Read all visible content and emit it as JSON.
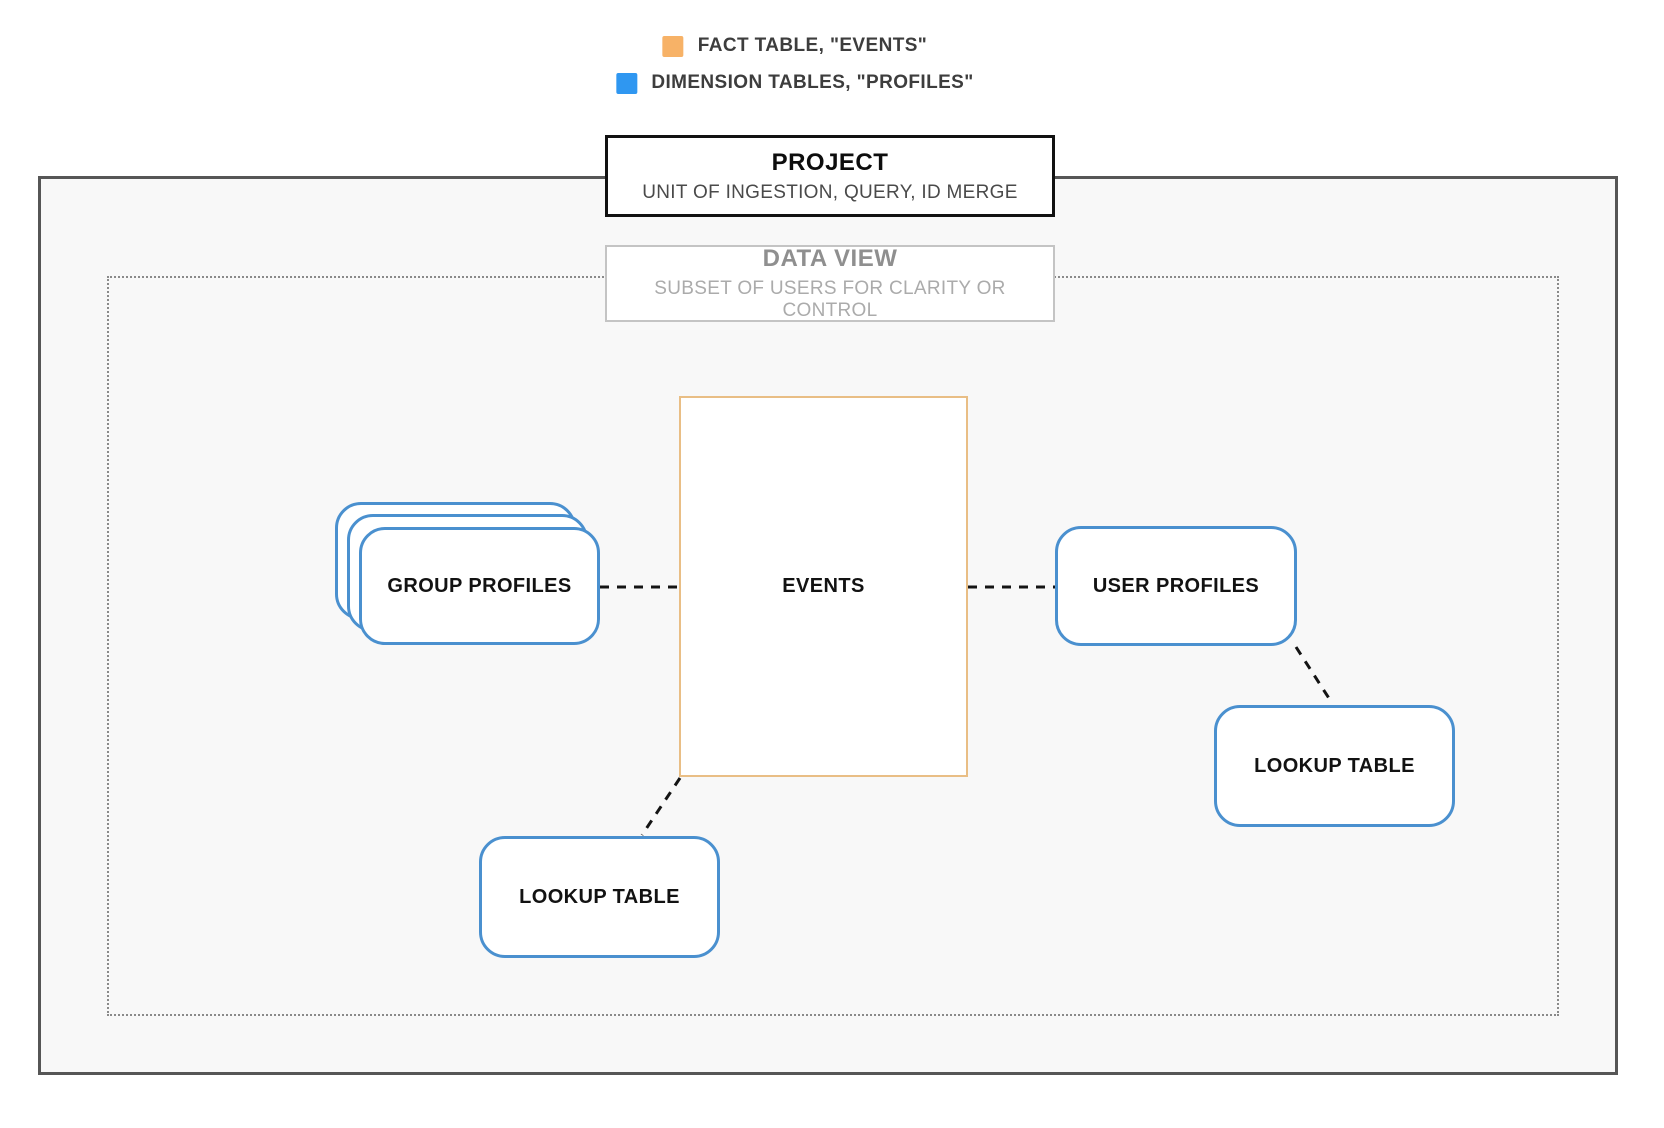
{
  "legend": {
    "items": [
      {
        "swatch": "fact",
        "label": "FACT TABLE, \"EVENTS\""
      },
      {
        "swatch": "dimension",
        "label": "DIMENSION TABLES, \"PROFILES\""
      }
    ]
  },
  "containers": {
    "project": {
      "title": "PROJECT",
      "subtitle": "UNIT OF INGESTION, QUERY, ID MERGE"
    },
    "data_view": {
      "title": "DATA VIEW",
      "subtitle": "SUBSET OF USERS FOR CLARITY OR CONTROL"
    }
  },
  "nodes": {
    "events": {
      "label": "EVENTS",
      "type": "fact"
    },
    "group_profiles": {
      "label": "GROUP PROFILES",
      "type": "dimension"
    },
    "user_profiles": {
      "label": "USER PROFILES",
      "type": "dimension"
    },
    "lookup_table_right": {
      "label": "LOOKUP TABLE",
      "type": "dimension"
    },
    "lookup_table_bottom": {
      "label": "LOOKUP TABLE",
      "type": "dimension"
    }
  },
  "colors": {
    "fact-orange": "#F7B267",
    "fact-border": "#E9BE85",
    "dimension-blue": "#2F97F1",
    "dimension-border": "#4A90CF",
    "connector": "#141414",
    "project-border": "#111111",
    "outer-border": "#565656",
    "dotted-border": "#8A8A8A",
    "muted-title": "#8F8F8F",
    "muted-subtitle": "#ABABAB",
    "panel-bg": "#F8F8F8"
  }
}
